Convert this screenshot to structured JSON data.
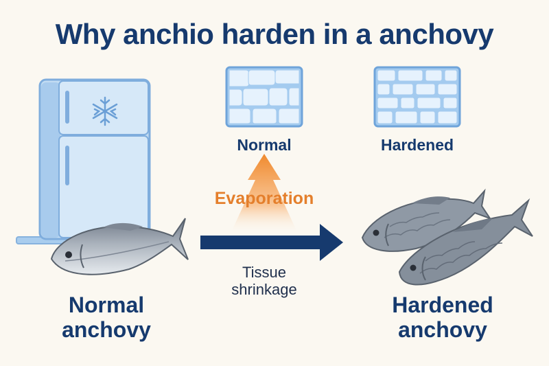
{
  "title": "Why anchio harden in a anchovy",
  "labels": {
    "normal_anchovy": [
      "Normal",
      "anchovy"
    ],
    "hardened_anchovy": [
      "Hardened",
      "anchovy"
    ],
    "tissue_normal": "Normal",
    "tissue_hardened": "Hardened",
    "evaporation": "Evaporation",
    "tissue_shrinkage": [
      "Tissue",
      "shrinkage"
    ]
  },
  "colors": {
    "title": "#163a6e",
    "evaporation": "#e47f2c",
    "arrow": "#163a6e",
    "fridge": "#a9cdee",
    "fish": "#9aa3ad"
  },
  "icons": {
    "fridge": "refrigerator-icon",
    "snowflake": "snowflake-icon"
  }
}
